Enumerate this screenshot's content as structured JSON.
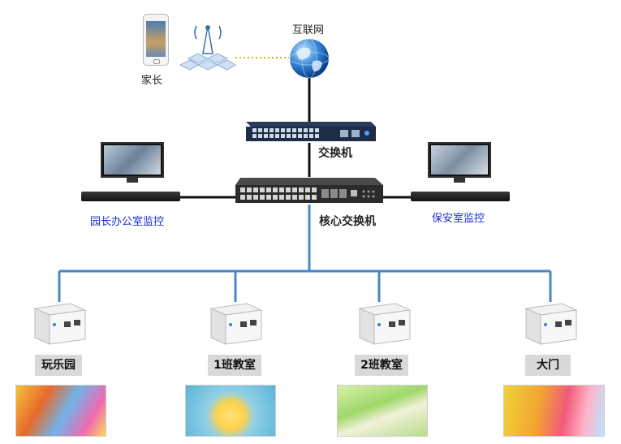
{
  "nodes": {
    "parent": "家长",
    "internet": "互联网",
    "switch": "交换机",
    "core_switch": "核心交换机",
    "director_office": "园长办公室监控",
    "security_room": "保安室监控"
  },
  "endpoints": [
    {
      "label": "玩乐园"
    },
    {
      "label": "1班教室"
    },
    {
      "label": "2班教室"
    },
    {
      "label": "大门"
    }
  ],
  "colors": {
    "link_blue": "#4a86c8",
    "link_black": "#111111",
    "wireless_dotted": "#e0b400",
    "tag_bg": "#d9d9d9",
    "monitor_label": "#1d2fd0"
  },
  "icons": [
    "phone-icon",
    "cell-tower-icon",
    "globe-icon",
    "switch-icon",
    "core-switch-icon",
    "monitor-icon",
    "nvr-icon",
    "media-converter-icon"
  ]
}
